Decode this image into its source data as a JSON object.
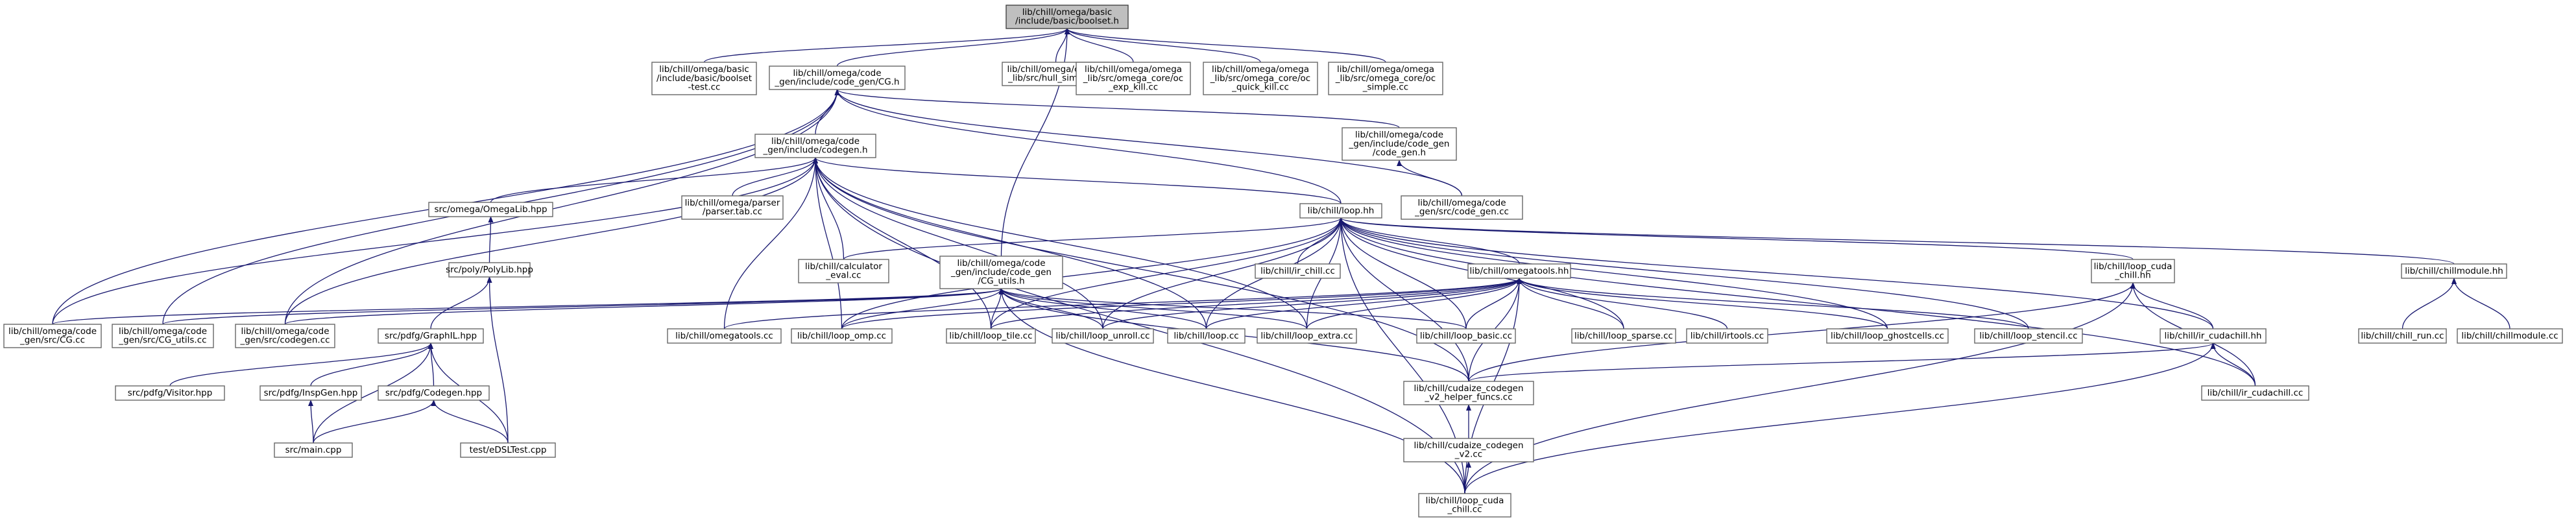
{
  "graph": {
    "nodes": [
      {
        "id": "boolset",
        "lines": [
          "lib/chill/omega/basic",
          "/include/basic/boolset.h"
        ],
        "root": true
      },
      {
        "id": "boolset_test",
        "lines": [
          "lib/chill/omega/basic",
          "/include/basic/boolset",
          "-test.cc"
        ]
      },
      {
        "id": "cg_h",
        "lines": [
          "lib/chill/omega/code",
          "_gen/include/code_gen/CG.h"
        ]
      },
      {
        "id": "hull_simple",
        "lines": [
          "lib/chill/omega/omega",
          "_lib/src/hull_simple.cc"
        ]
      },
      {
        "id": "exp_kill",
        "lines": [
          "lib/chill/omega/omega",
          "_lib/src/omega_core/oc",
          "_exp_kill.cc"
        ]
      },
      {
        "id": "quick_kill",
        "lines": [
          "lib/chill/omega/omega",
          "_lib/src/omega_core/oc",
          "_quick_kill.cc"
        ]
      },
      {
        "id": "oc_simple",
        "lines": [
          "lib/chill/omega/omega",
          "_lib/src/omega_core/oc",
          "_simple.cc"
        ]
      },
      {
        "id": "codegen_h",
        "lines": [
          "lib/chill/omega/code",
          "_gen/include/codegen.h"
        ]
      },
      {
        "id": "code_gen_h",
        "lines": [
          "lib/chill/omega/code",
          "_gen/include/code_gen",
          "/code_gen.h"
        ]
      },
      {
        "id": "omegalib_hpp",
        "lines": [
          "src/omega/OmegaLib.hpp"
        ]
      },
      {
        "id": "parser_tab",
        "lines": [
          "lib/chill/omega/parser",
          "/parser.tab.cc"
        ]
      },
      {
        "id": "loop_hh",
        "lines": [
          "lib/chill/loop.hh"
        ]
      },
      {
        "id": "code_gen_cc",
        "lines": [
          "lib/chill/omega/code",
          "_gen/src/code_gen.cc"
        ]
      },
      {
        "id": "polylib",
        "lines": [
          "src/poly/PolyLib.hpp"
        ]
      },
      {
        "id": "calculator",
        "lines": [
          "lib/chill/calculator",
          "_eval.cc"
        ]
      },
      {
        "id": "cg_utils_h",
        "lines": [
          "lib/chill/omega/code",
          "_gen/include/code_gen",
          "/CG_utils.h"
        ]
      },
      {
        "id": "ir_chill",
        "lines": [
          "lib/chill/ir_chill.cc"
        ]
      },
      {
        "id": "omegatools_hh",
        "lines": [
          "lib/chill/omegatools.hh"
        ]
      },
      {
        "id": "loop_cuda_hh",
        "lines": [
          "lib/chill/loop_cuda",
          "_chill.hh"
        ]
      },
      {
        "id": "chillmodule_hh",
        "lines": [
          "lib/chill/chillmodule.hh"
        ]
      },
      {
        "id": "cg_cc",
        "lines": [
          "lib/chill/omega/code",
          "_gen/src/CG.cc"
        ]
      },
      {
        "id": "cg_utils_cc",
        "lines": [
          "lib/chill/omega/code",
          "_gen/src/CG_utils.cc"
        ]
      },
      {
        "id": "codegen_cc",
        "lines": [
          "lib/chill/omega/code",
          "_gen/src/codegen.cc"
        ]
      },
      {
        "id": "graphil",
        "lines": [
          "src/pdfg/GraphIL.hpp"
        ]
      },
      {
        "id": "omegatools_cc",
        "lines": [
          "lib/chill/omegatools.cc"
        ]
      },
      {
        "id": "loop_omp",
        "lines": [
          "lib/chill/loop_omp.cc"
        ]
      },
      {
        "id": "loop_tile",
        "lines": [
          "lib/chill/loop_tile.cc"
        ]
      },
      {
        "id": "loop_unroll",
        "lines": [
          "lib/chill/loop_unroll.cc"
        ]
      },
      {
        "id": "loop_cc",
        "lines": [
          "lib/chill/loop.cc"
        ]
      },
      {
        "id": "loop_extra",
        "lines": [
          "lib/chill/loop_extra.cc"
        ]
      },
      {
        "id": "loop_basic",
        "lines": [
          "lib/chill/loop_basic.cc"
        ]
      },
      {
        "id": "loop_sparse",
        "lines": [
          "lib/chill/loop_sparse.cc"
        ]
      },
      {
        "id": "irtools",
        "lines": [
          "lib/chill/irtools.cc"
        ]
      },
      {
        "id": "loop_ghost",
        "lines": [
          "lib/chill/loop_ghostcells.cc"
        ]
      },
      {
        "id": "loop_stencil",
        "lines": [
          "lib/chill/loop_stencil.cc"
        ]
      },
      {
        "id": "ir_cudachill_hh",
        "lines": [
          "lib/chill/ir_cudachill.hh"
        ]
      },
      {
        "id": "chill_run",
        "lines": [
          "lib/chill/chill_run.cc"
        ]
      },
      {
        "id": "chillmodule_cc",
        "lines": [
          "lib/chill/chillmodule.cc"
        ]
      },
      {
        "id": "visitor",
        "lines": [
          "src/pdfg/Visitor.hpp"
        ]
      },
      {
        "id": "inspgen",
        "lines": [
          "src/pdfg/InspGen.hpp"
        ]
      },
      {
        "id": "codegen_hpp",
        "lines": [
          "src/pdfg/Codegen.hpp"
        ]
      },
      {
        "id": "cudaize_helper",
        "lines": [
          "lib/chill/cudaize_codegen",
          "_v2_helper_funcs.cc"
        ]
      },
      {
        "id": "ir_cudachill_cc",
        "lines": [
          "lib/chill/ir_cudachill.cc"
        ]
      },
      {
        "id": "main_cpp",
        "lines": [
          "src/main.cpp"
        ]
      },
      {
        "id": "edsl_test",
        "lines": [
          "test/eDSLTest.cpp"
        ]
      },
      {
        "id": "cudaize_v2",
        "lines": [
          "lib/chill/cudaize_codegen",
          "_v2.cc"
        ]
      },
      {
        "id": "loop_cuda_cc",
        "lines": [
          "lib/chill/loop_cuda",
          "_chill.cc"
        ]
      }
    ],
    "edges": [
      [
        "boolset_test",
        "boolset"
      ],
      [
        "cg_h",
        "boolset"
      ],
      [
        "hull_simple",
        "boolset"
      ],
      [
        "exp_kill",
        "boolset"
      ],
      [
        "quick_kill",
        "boolset"
      ],
      [
        "oc_simple",
        "boolset"
      ],
      [
        "cg_utils_h",
        "boolset"
      ],
      [
        "codegen_h",
        "cg_h"
      ],
      [
        "code_gen_h",
        "cg_h"
      ],
      [
        "cg_cc",
        "cg_h"
      ],
      [
        "cg_utils_cc",
        "cg_h"
      ],
      [
        "codegen_cc",
        "cg_h"
      ],
      [
        "code_gen_cc",
        "cg_h"
      ],
      [
        "loop_hh",
        "cg_h"
      ],
      [
        "code_gen_cc",
        "code_gen_h"
      ],
      [
        "omegalib_hpp",
        "codegen_h"
      ],
      [
        "parser_tab",
        "codegen_h"
      ],
      [
        "loop_hh",
        "codegen_h"
      ],
      [
        "calculator",
        "codegen_h"
      ],
      [
        "codegen_cc",
        "codegen_h"
      ],
      [
        "cg_cc",
        "codegen_h"
      ],
      [
        "omegatools_cc",
        "codegen_h"
      ],
      [
        "loop_omp",
        "codegen_h"
      ],
      [
        "loop_tile",
        "codegen_h"
      ],
      [
        "loop_unroll",
        "codegen_h"
      ],
      [
        "loop_cc",
        "codegen_h"
      ],
      [
        "loop_extra",
        "codegen_h"
      ],
      [
        "cudaize_helper",
        "codegen_h"
      ],
      [
        "loop_cuda_cc",
        "codegen_h"
      ],
      [
        "polylib",
        "omegalib_hpp"
      ],
      [
        "graphil",
        "polylib"
      ],
      [
        "edsl_test",
        "polylib"
      ],
      [
        "visitor",
        "graphil"
      ],
      [
        "inspgen",
        "graphil"
      ],
      [
        "codegen_hpp",
        "graphil"
      ],
      [
        "main_cpp",
        "graphil"
      ],
      [
        "edsl_test",
        "graphil"
      ],
      [
        "main_cpp",
        "inspgen"
      ],
      [
        "main_cpp",
        "codegen_hpp"
      ],
      [
        "edsl_test",
        "codegen_hpp"
      ],
      [
        "calculator",
        "loop_hh"
      ],
      [
        "ir_chill",
        "loop_hh"
      ],
      [
        "omegatools_hh",
        "loop_hh"
      ],
      [
        "loop_cuda_hh",
        "loop_hh"
      ],
      [
        "chillmodule_hh",
        "loop_hh"
      ],
      [
        "loop_omp",
        "loop_hh"
      ],
      [
        "loop_tile",
        "loop_hh"
      ],
      [
        "loop_unroll",
        "loop_hh"
      ],
      [
        "loop_cc",
        "loop_hh"
      ],
      [
        "loop_extra",
        "loop_hh"
      ],
      [
        "loop_basic",
        "loop_hh"
      ],
      [
        "loop_sparse",
        "loop_hh"
      ],
      [
        "loop_ghost",
        "loop_hh"
      ],
      [
        "loop_stencil",
        "loop_hh"
      ],
      [
        "ir_cudachill_hh",
        "loop_hh"
      ],
      [
        "ir_cudachill_cc",
        "loop_hh"
      ],
      [
        "cudaize_helper",
        "loop_hh"
      ],
      [
        "loop_cuda_cc",
        "loop_hh"
      ],
      [
        "cg_cc",
        "cg_utils_h"
      ],
      [
        "cg_utils_cc",
        "cg_utils_h"
      ],
      [
        "codegen_cc",
        "cg_utils_h"
      ],
      [
        "loop_omp",
        "cg_utils_h"
      ],
      [
        "loop_tile",
        "cg_utils_h"
      ],
      [
        "loop_unroll",
        "cg_utils_h"
      ],
      [
        "loop_cc",
        "cg_utils_h"
      ],
      [
        "loop_extra",
        "cg_utils_h"
      ],
      [
        "loop_basic",
        "cg_utils_h"
      ],
      [
        "cudaize_helper",
        "cg_utils_h"
      ],
      [
        "loop_cuda_cc",
        "cg_utils_h"
      ],
      [
        "loop_omp",
        "omegatools_hh"
      ],
      [
        "loop_tile",
        "omegatools_hh"
      ],
      [
        "loop_unroll",
        "omegatools_hh"
      ],
      [
        "loop_cc",
        "omegatools_hh"
      ],
      [
        "loop_extra",
        "omegatools_hh"
      ],
      [
        "loop_basic",
        "omegatools_hh"
      ],
      [
        "loop_sparse",
        "omegatools_hh"
      ],
      [
        "irtools",
        "omegatools_hh"
      ],
      [
        "loop_ghost",
        "omegatools_hh"
      ],
      [
        "loop_stencil",
        "omegatools_hh"
      ],
      [
        "cudaize_helper",
        "omegatools_hh"
      ],
      [
        "loop_cuda_cc",
        "omegatools_hh"
      ],
      [
        "omegatools_cc",
        "omegatools_hh"
      ],
      [
        "ir_cudachill_hh",
        "loop_cuda_hh"
      ],
      [
        "cudaize_helper",
        "loop_cuda_hh"
      ],
      [
        "ir_cudachill_cc",
        "loop_cuda_hh"
      ],
      [
        "loop_cuda_cc",
        "loop_cuda_hh"
      ],
      [
        "chill_run",
        "chillmodule_hh"
      ],
      [
        "chillmodule_cc",
        "chillmodule_hh"
      ],
      [
        "cudaize_helper",
        "ir_cudachill_hh"
      ],
      [
        "ir_cudachill_cc",
        "ir_cudachill_hh"
      ],
      [
        "loop_cuda_cc",
        "ir_cudachill_hh"
      ],
      [
        "cudaize_v2",
        "cudaize_helper"
      ],
      [
        "loop_cuda_cc",
        "cudaize_v2"
      ]
    ]
  }
}
